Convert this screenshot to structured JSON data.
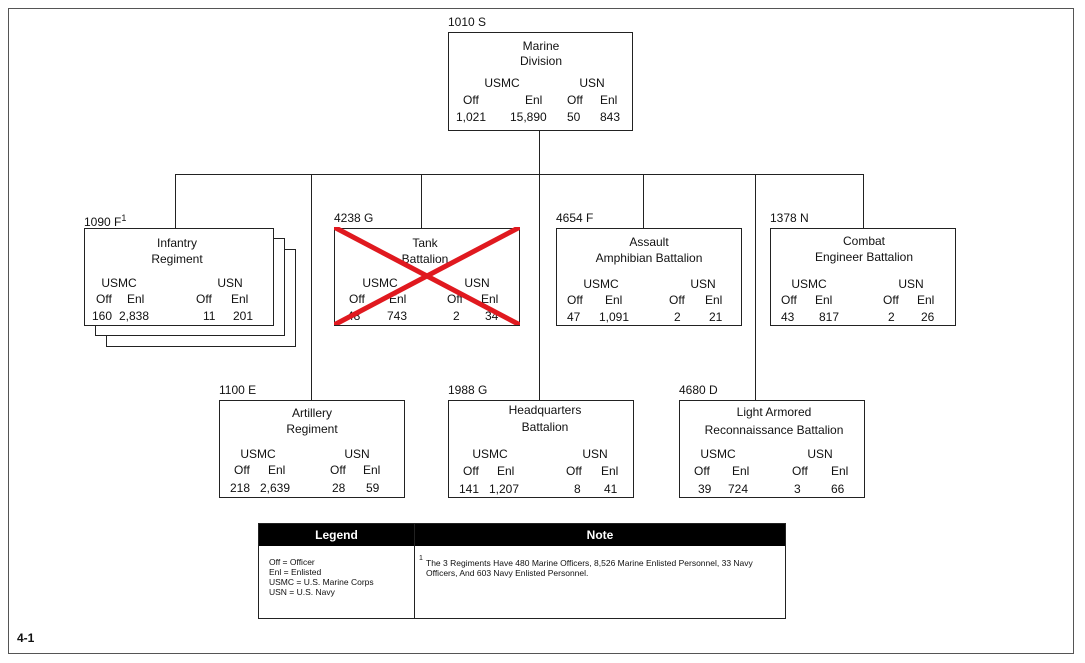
{
  "figure_number": "4-1",
  "division": {
    "code": "1010 S",
    "name": [
      "Marine",
      "Division"
    ],
    "usmc_label": "USMC",
    "usn_label": "USN",
    "off_label": "Off",
    "enl_label": "Enl",
    "usmc_off": "1,021",
    "usmc_enl": "15,890",
    "usn_off": "50",
    "usn_enl": "843"
  },
  "units": [
    {
      "code": "1090 F",
      "footnote": "1",
      "name": [
        "Infantry",
        "Regiment"
      ],
      "usmc_off": "160",
      "usmc_enl": "2,838",
      "usn_off": "11",
      "usn_enl": "201"
    },
    {
      "code": "4238 G",
      "footnote": "",
      "name": [
        "Tank",
        "Battalion"
      ],
      "usmc_off": "48",
      "usmc_enl": "743",
      "usn_off": "2",
      "usn_enl": "34",
      "crossed_out": true
    },
    {
      "code": "4654 F",
      "footnote": "",
      "name": [
        "Assault",
        "Amphibian Battalion"
      ],
      "usmc_off": "47",
      "usmc_enl": "1,091",
      "usn_off": "2",
      "usn_enl": "21"
    },
    {
      "code": "1378 N",
      "footnote": "",
      "name": [
        "Combat",
        "Engineer Battalion"
      ],
      "usmc_off": "43",
      "usmc_enl": "817",
      "usn_off": "2",
      "usn_enl": "26"
    },
    {
      "code": "1100 E",
      "footnote": "",
      "name": [
        "Artillery",
        "Regiment"
      ],
      "usmc_off": "218",
      "usmc_enl": "2,639",
      "usn_off": "28",
      "usn_enl": "59"
    },
    {
      "code": "1988 G",
      "footnote": "",
      "name": [
        "Headquarters",
        "Battalion"
      ],
      "usmc_off": "141",
      "usmc_enl": "1,207",
      "usn_off": "8",
      "usn_enl": "41"
    },
    {
      "code": "4680 D",
      "footnote": "",
      "name": [
        "Light Armored",
        "Reconnaissance Battalion"
      ],
      "usmc_off": "39",
      "usmc_enl": "724",
      "usn_off": "3",
      "usn_enl": "66"
    }
  ],
  "labels": {
    "usmc": "USMC",
    "usn": "USN",
    "off": "Off",
    "enl": "Enl"
  },
  "legend": {
    "title": "Legend",
    "items": [
      "Off = Officer",
      "Enl = Enlisted",
      "USMC = U.S. Marine Corps",
      "USN = U.S. Navy"
    ]
  },
  "note": {
    "title": "Note",
    "marker": "1",
    "text": "The 3 Regiments Have 480 Marine Officers, 8,526 Marine Enlisted Personnel, 33 Navy Officers, And 603 Navy Enlisted Personnel."
  },
  "colors": {
    "cross_out": "#e0191f",
    "legend_header": "#000000"
  }
}
